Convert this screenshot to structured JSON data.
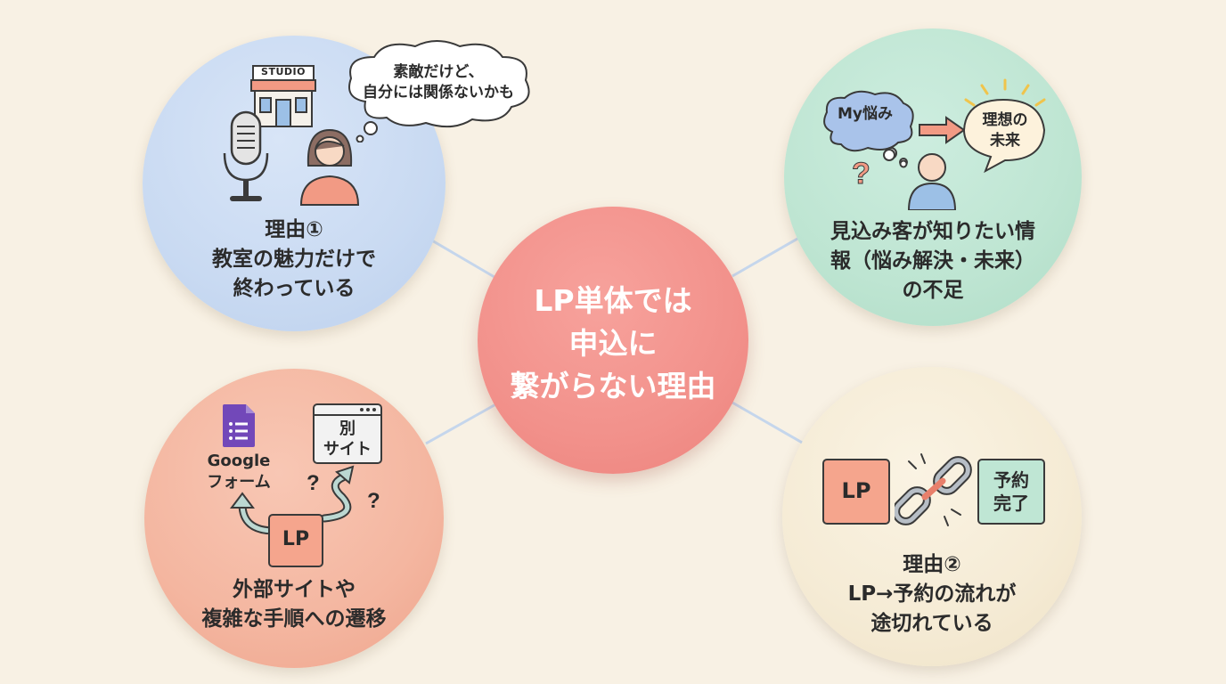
{
  "center": {
    "lines": [
      "LP単体では",
      "申込に",
      "繋がらない理由"
    ]
  },
  "reason1": {
    "caption": [
      "理由①",
      "教室の魅力だけで",
      "終わっている"
    ],
    "studio_sign": "STUDIO",
    "thought": [
      "素敵だけど、",
      "自分には関係ないかも"
    ]
  },
  "reason_info": {
    "caption": [
      "見込み客が知りたい情",
      "報（悩み解決・未来）",
      "の不足"
    ],
    "worry_cloud": "My悩み",
    "future_bubble": [
      "理想の",
      "未来"
    ]
  },
  "reason_transition": {
    "caption": [
      "外部サイトや",
      "複雑な手順への遷移"
    ],
    "google_form": [
      "Google",
      "フォーム"
    ],
    "other_site": [
      "別",
      "サイト"
    ],
    "lp_box": "LP"
  },
  "reason2": {
    "caption": [
      "理由②",
      "LP→予約の流れが",
      "途切れている"
    ],
    "lp_box": "LP",
    "booking_box": [
      "予約",
      "完了"
    ]
  },
  "colors": {
    "background": "#f8f1e4",
    "center": "#f2918b",
    "reason1": "#c9daf2",
    "reason_info": "#bee5d2",
    "reason_transition": "#f4b6a0",
    "reason2": "#f5ebd5",
    "connector": "#c5d6ec"
  }
}
